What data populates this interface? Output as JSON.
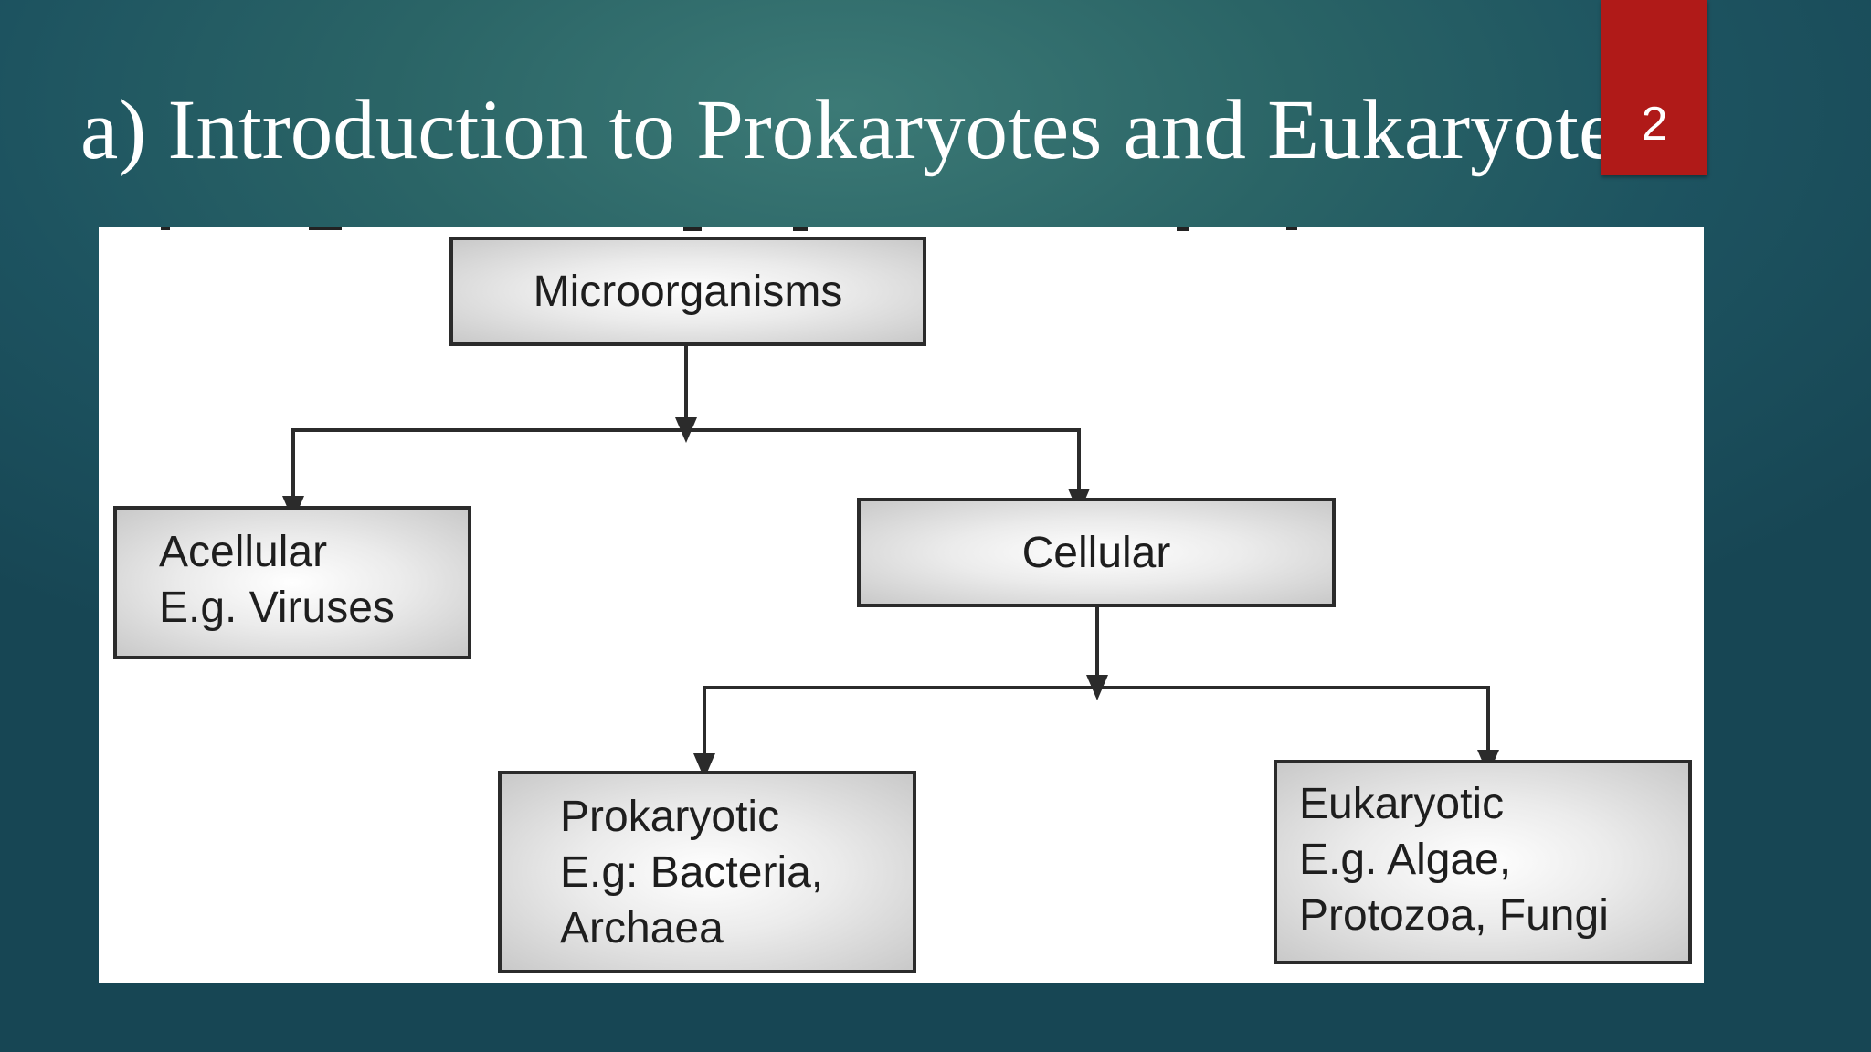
{
  "slide": {
    "title": "a) Introduction to Prokaryotes and Eukaryotes",
    "page_number": "2",
    "accent_color": "#b01a18"
  },
  "diagram": {
    "root": "Microorganisms",
    "acellular": {
      "line1": "Acellular",
      "line2": "E.g. Viruses"
    },
    "cellular": "Cellular",
    "prokaryotic": {
      "line1": "Prokaryotic",
      "line2": "E.g: Bacteria,",
      "line3": "Archaea"
    },
    "eukaryotic": {
      "line1": "Eukaryotic",
      "line2": "E.g. Algae,",
      "line3": "Protozoa, Fungi"
    },
    "edges": [
      [
        "Microorganisms",
        "Acellular"
      ],
      [
        "Microorganisms",
        "Cellular"
      ],
      [
        "Cellular",
        "Prokaryotic"
      ],
      [
        "Cellular",
        "Eukaryotic"
      ]
    ]
  }
}
